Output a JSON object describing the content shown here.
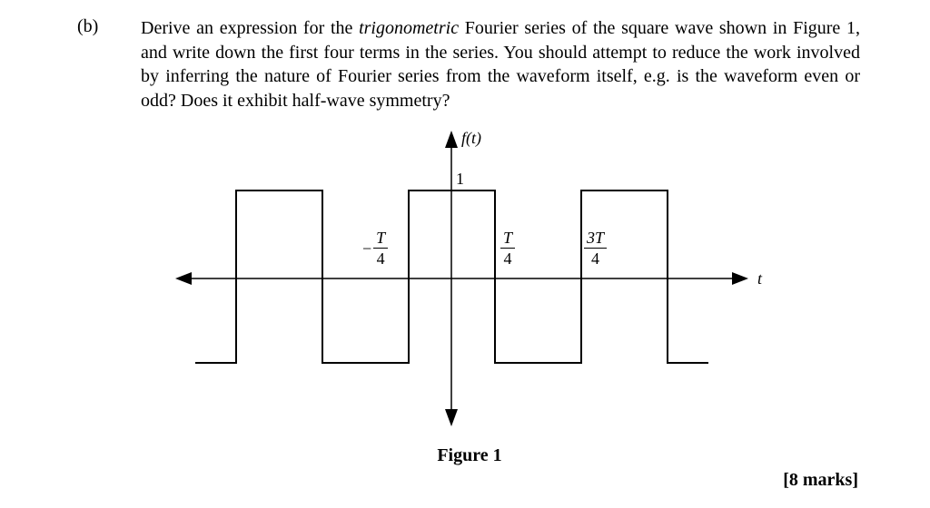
{
  "question": {
    "part_label": "(b)",
    "text_before_italic": "Derive an expression for the ",
    "italic": "trigonometric",
    "text_after_italic": " Fourier series of the square wave shown in Figure 1, and write down the first four terms in the series. You should attempt to reduce the work involved by inferring the nature of Fourier series from the waveform itself, e.g. is the waveform even or odd? Does it exhibit half-wave symmetry?"
  },
  "figure": {
    "y_axis_label": "f(t)",
    "amplitude_label": "1",
    "x_axis_label": "t",
    "caption": "Figure 1",
    "ticks": [
      {
        "sign": "−",
        "num": "T",
        "den": "4"
      },
      {
        "sign": "",
        "num": "T",
        "den": "4"
      },
      {
        "sign": "",
        "num": "3T",
        "den": "4"
      }
    ]
  },
  "marks": "[8 marks]",
  "chart_data": {
    "type": "line",
    "description": "periodic square wave",
    "xlabel": "t",
    "ylabel": "f(t)",
    "high_value": 1,
    "low_value": -1,
    "period": "T",
    "high_intervals": [
      [
        "-5T/4",
        "-3T/4"
      ],
      [
        "-T/4",
        "T/4"
      ],
      [
        "3T/4",
        "5T/4"
      ]
    ],
    "low_intervals": [
      [
        "-3T/4",
        "-T/4"
      ],
      [
        "T/4",
        "3T/4"
      ]
    ],
    "labeled_points": [
      "-T/4",
      "T/4",
      "3T/4"
    ],
    "symmetry": "even, half-wave symmetric"
  }
}
